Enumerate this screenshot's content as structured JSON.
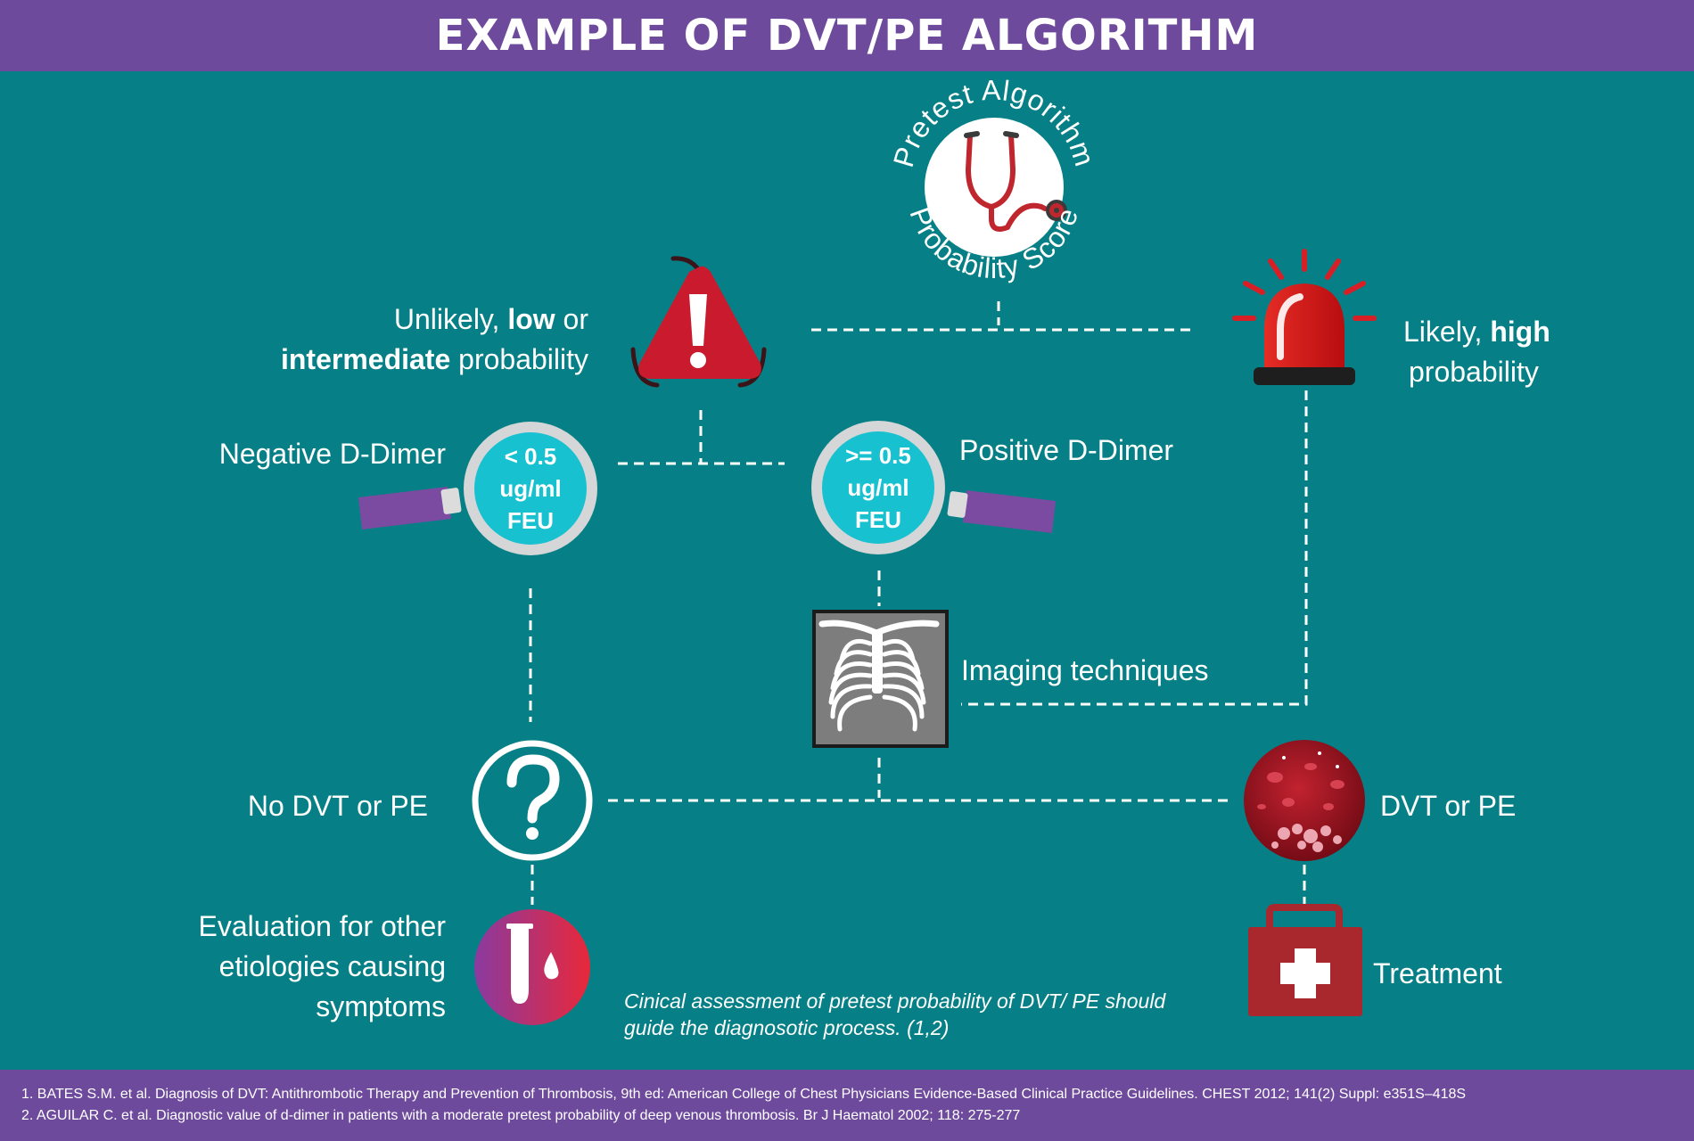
{
  "title": "EXAMPLE OF DVT/PE ALGORITHM",
  "pretest": {
    "arc_top": "Pretest Algorithm",
    "arc_bottom": "Probability Score",
    "icon": "stethoscope-icon"
  },
  "branches": {
    "low": {
      "prefix": "Unlikely, ",
      "bold1": "low",
      "mid": " or",
      "bold2": "intermediate",
      "suffix": " probability",
      "icon": "warning-triangle-icon"
    },
    "high": {
      "prefix": "Likely, ",
      "bold": "high",
      "line2": "probability",
      "icon": "alarm-siren-icon"
    }
  },
  "ddimer": {
    "negative": {
      "label": "Negative D-Dimer",
      "line1": "< 0.5",
      "line2": "ug/ml",
      "line3": "FEU",
      "icon": "magnifier-icon"
    },
    "positive": {
      "label": "Positive D-Dimer",
      "line1": ">= 0.5",
      "line2": "ug/ml",
      "line3": "FEU",
      "icon": "magnifier-icon"
    }
  },
  "imaging": {
    "label": "Imaging techniques",
    "icon": "chest-xray-icon"
  },
  "outcomes": {
    "no": {
      "label": "No DVT or PE",
      "icon": "question-icon"
    },
    "yes": {
      "label": "DVT or PE",
      "icon": "blood-cells-icon"
    }
  },
  "evaluation": {
    "line1": "Evaluation for other",
    "line2": "etiologies causing",
    "line3": "symptoms",
    "icon": "test-tube-icon"
  },
  "treatment": {
    "label": "Treatment",
    "icon": "first-aid-kit-icon"
  },
  "note": "Cinical assessment of pretest probability of DVT/ PE should guide the diagnosotic process. (1,2)",
  "references": [
    "1. BATES S.M. et al. Diagnosis of DVT: Antithrombotic Therapy and Prevention of Thrombosis, 9th ed: American College of Chest Physicians Evidence-Based Clinical Practice Guidelines. CHEST 2012; 141(2) Suppl: e351S–418S",
    "2. AGUILAR C. et al. Diagnostic value of d-dimer in patients with a moderate pretest probability of deep venous thrombosis. Br J Haematol 2002; 118: 275-277"
  ],
  "colors": {
    "background": "#068086",
    "banner": "#6d4a9b",
    "alert_red": "#c91a2e",
    "lens": "#18c1d0",
    "handle": "#7a4ba0",
    "kit": "#a9282d"
  }
}
